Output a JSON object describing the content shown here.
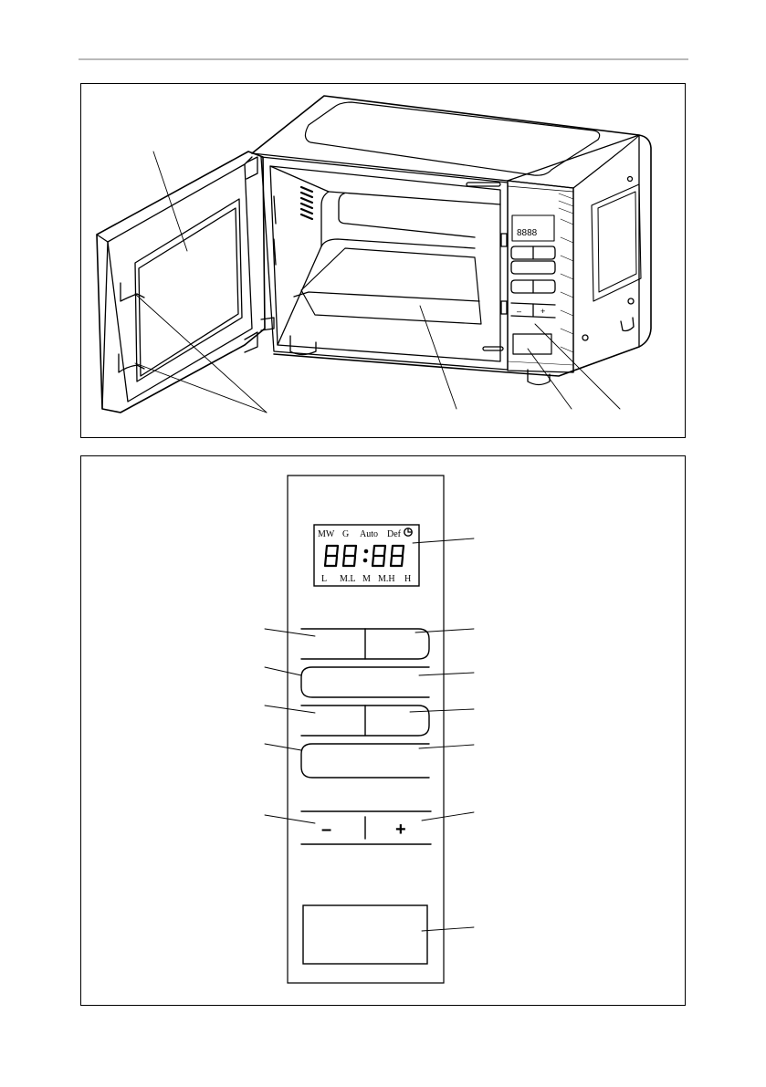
{
  "display": {
    "top_indicators": [
      "MW",
      "G",
      "Auto",
      "Def"
    ],
    "bottom_indicators": [
      "L",
      "M.L",
      "M",
      "M.H",
      "H"
    ],
    "clock_icon": "clock-icon",
    "digits": "88:88"
  },
  "controls": {
    "minus_label": "–",
    "plus_label": "+"
  }
}
